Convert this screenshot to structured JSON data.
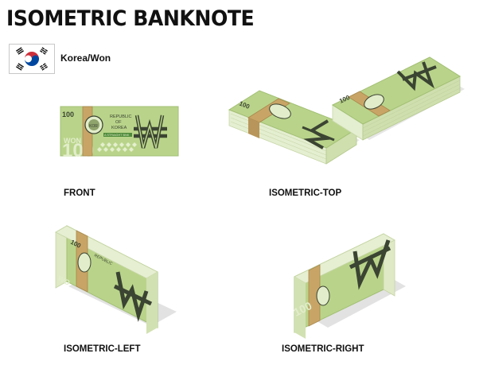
{
  "page": {
    "title": "ISOMETRIC BANKNOTE",
    "country": "Korea/Won"
  },
  "note": {
    "denomination": "100",
    "won_word": "WON",
    "symbol": "₩",
    "republic_line1": "REPUBLIC",
    "republic_line2": "OF",
    "republic_line3": "KOREA",
    "tagline": "A STRAIGHT BNK"
  },
  "views": [
    {
      "label": "FRONT"
    },
    {
      "label": "ISOMETRIC-TOP"
    },
    {
      "label": "ISOMETRIC-LEFT"
    },
    {
      "label": "ISOMETRIC-RIGHT"
    }
  ],
  "colors": {
    "note_face": "#b9d48a",
    "note_dark": "#3b4432",
    "band": "#c8a566",
    "stack_side": "#dde9c4",
    "shadow": "#d8d8d8",
    "flag_red": "#cd2e3a",
    "flag_blue": "#0047a0"
  }
}
